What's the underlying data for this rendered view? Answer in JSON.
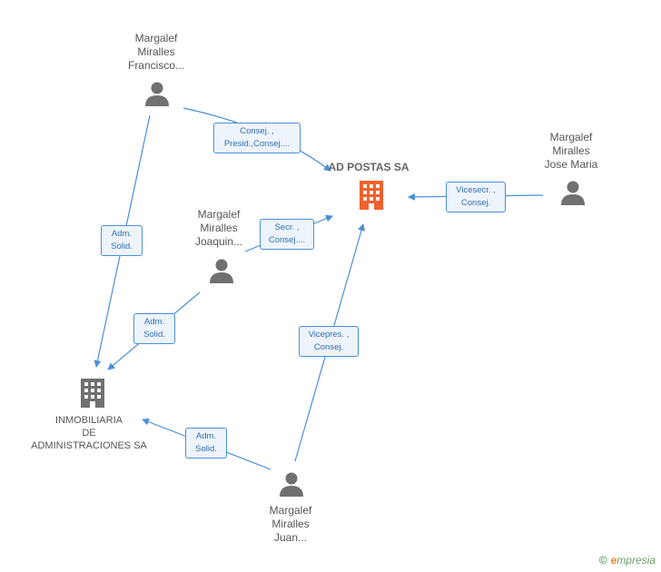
{
  "nodes": {
    "francisco": "Margalef\nMiralles\nFrancisco...",
    "jose_maria": "Margalef\nMiralles\nJose Maria",
    "joaquin": "Margalef\nMiralles\nJoaquin...",
    "juan": "Margalef\nMiralles\nJuan...",
    "ad_postas": "AD POSTAS SA",
    "inmobiliaria": "INMOBILIARIA\nDE\nADMINISTRACIONES SA"
  },
  "edges": {
    "francisco_ad": "Consej. ,\nPresid.,Consej....",
    "jose_ad": "Vicesecr. ,\nConsej.",
    "joaquin_ad": "Secr. ,\nConsej....",
    "juan_ad": "Vicepres. ,\nConsej.",
    "francisco_inmo": "Adm.\nSolid.",
    "joaquin_inmo": "Adm.\nSolid.",
    "juan_inmo": "Adm.\nSolid."
  },
  "footer": {
    "copyright": "©",
    "brand_initial": "e",
    "brand_rest": "mpresia"
  },
  "colors": {
    "edge": "#4a90d9",
    "person_icon": "#707070",
    "main_company": "#f0622d",
    "other_company": "#707070"
  }
}
